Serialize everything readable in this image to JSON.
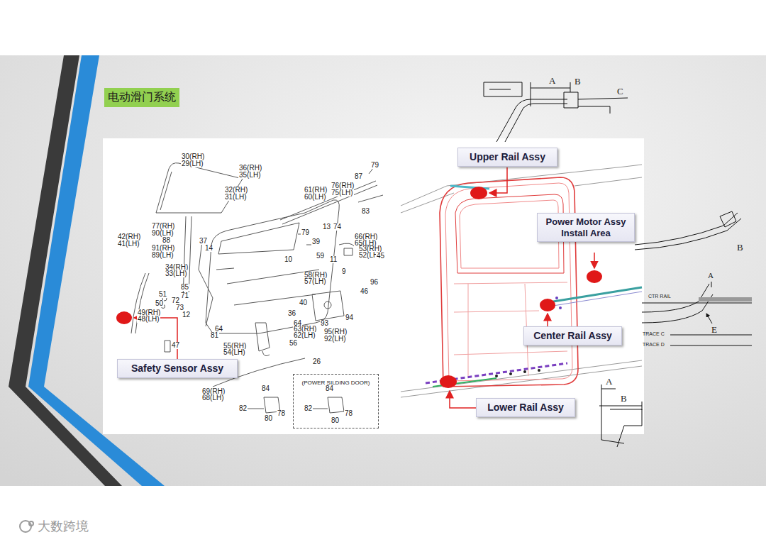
{
  "diagram": {
    "title": "电动滑门系统",
    "nodes": [
      {
        "text": [
          "Safety Sensor Assy"
        ]
      },
      {
        "text": [
          "(POWER SILDING DOOR)"
        ]
      },
      {
        "text": [
          "Upper Rail Assy"
        ]
      },
      {
        "text": [
          "Power Motor Assy Install Area"
        ]
      },
      {
        "text": [
          "Center Rail Assy"
        ]
      },
      {
        "text": [
          "Lower Rail Assy"
        ]
      }
    ],
    "labels": [
      "30(RH)",
      "29(LH)",
      "36(RH)",
      "35(LH)",
      "32(RH)",
      "31(LH)",
      "77(RH)",
      "90(LH)",
      "42(RH)",
      "41(LH)",
      "88",
      "91(RH)",
      "89(LH)",
      "37",
      "14",
      "34(RH)",
      "33(LH)",
      "85",
      "71",
      "72",
      "73",
      "12",
      "51",
      "50",
      "49(RH)",
      "48(LH)",
      "47",
      "61(RH)",
      "60(LH)",
      "76(RH)",
      "75(LH)",
      "87",
      "79",
      "83",
      "13",
      "74",
      "79",
      "39",
      "66(RH)",
      "65(LH)",
      "53(RH)",
      "52(LH)",
      "45",
      "59",
      "11",
      "10",
      "58(RH)",
      "57(LH)",
      "9",
      "96",
      "46",
      "40",
      "93",
      "94",
      "95(RH)",
      "92(LH)",
      "36",
      "64",
      "81",
      "64",
      "63(RH)",
      "62(LH)",
      "55(RH)",
      "54(LH)",
      "56",
      "26",
      "69(RH)",
      "68(LH)",
      "84",
      "82",
      "78",
      "80",
      "84",
      "82",
      "78",
      "80",
      "A",
      "B",
      "C",
      "B",
      "A",
      "CTR RAIL",
      "E",
      "TRACE C",
      "TRACE D",
      "A",
      "B",
      "大数跨境"
    ]
  }
}
